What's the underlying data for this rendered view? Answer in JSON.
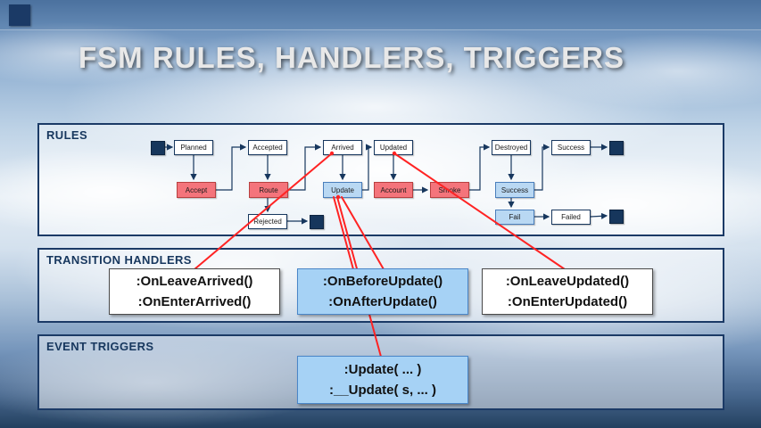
{
  "title": "FSM RULES, HANDLERS, TRIGGERS",
  "panels": {
    "rules_label": "RULES",
    "handlers_label": "TRANSITION HANDLERS",
    "triggers_label": "EVENT TRIGGERS"
  },
  "diagram": {
    "nodes": {
      "planned": "Planned",
      "accepted": "Accepted",
      "arrived": "Arrived",
      "updated": "Updated",
      "destroyed": "Destroyed",
      "success_top": "Success",
      "accept": "Accept",
      "route": "Route",
      "update": "Update",
      "account": "Account",
      "smoke": "Smoke",
      "success_mid": "Success",
      "rejected": "Rejected",
      "fail": "Fail",
      "failed": "Failed"
    }
  },
  "handler_boxes": {
    "arrived": {
      "line1": ":OnLeaveArrived()",
      "line2": ":OnEnterArrived()"
    },
    "update": {
      "line1": ":OnBeforeUpdate()",
      "line2": ":OnAfterUpdate()"
    },
    "updated": {
      "line1": ":OnLeaveUpdated()",
      "line2": ":OnEnterUpdated()"
    }
  },
  "trigger_box": {
    "line1": ":Update( ... )",
    "line2": ":__Update( s, ... )"
  },
  "colors": {
    "accent_navy": "#17375e",
    "state_red": "#f4747b",
    "state_blue": "#b9d8f3",
    "box_blue": "#a6d2f5",
    "connector_red": "#ff2323"
  }
}
